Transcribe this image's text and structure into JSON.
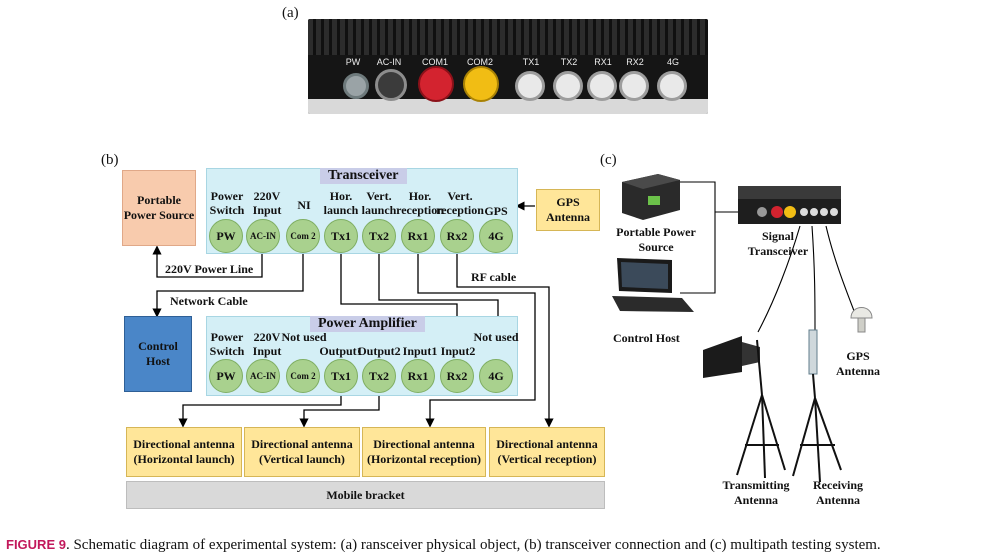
{
  "panel_a": {
    "label": "(a)",
    "ports": [
      "PW",
      "AC-IN",
      "COM1",
      "COM2",
      "TX1",
      "TX2",
      "RX1",
      "RX2",
      "4G"
    ]
  },
  "panel_b": {
    "label": "(b)",
    "portable_power_source": "Portable Power Source",
    "control_host": "Control Host",
    "gps_antenna": "GPS Antenna",
    "transceiver": {
      "title": "Transceiver",
      "columns": [
        "Power Switch",
        "220V Input",
        "NI",
        "Hor. launch",
        "Vert. launch",
        "Hor. reception",
        "Vert. reception",
        "GPS"
      ],
      "ports": [
        "PW",
        "AC-IN",
        "Com 2",
        "Tx1",
        "Tx2",
        "Rx1",
        "Rx2",
        "4G"
      ]
    },
    "power_amplifier": {
      "title": "Power Amplifier",
      "columns": [
        "Power Switch",
        "220V Input",
        "Not used",
        "Output1",
        "Output2",
        "Input1",
        "Input2",
        "Not used"
      ],
      "ports": [
        "PW",
        "AC-IN",
        "Com 2",
        "Tx1",
        "Tx2",
        "Rx1",
        "Rx2",
        "4G"
      ]
    },
    "power_line_label": "220V Power Line",
    "network_cable_label": "Network Cable",
    "rf_cable_label": "RF cable",
    "antennas": [
      "Directional antenna (Horizontal launch)",
      "Directional antenna (Vertical launch)",
      "Directional antenna (Horizontal reception)",
      "Directional antenna (Vertical reception)"
    ],
    "mobile_bracket": "Mobile bracket"
  },
  "panel_c": {
    "label": "(c)",
    "portable_power_source": "Portable Power Source",
    "control_host": "Control Host",
    "signal_transceiver": "Signal Transceiver",
    "gps_antenna": "GPS Antenna",
    "transmitting_antenna": "Transmitting Antenna",
    "receiving_antenna": "Receiving Antenna"
  },
  "caption": {
    "fig": "FIGURE 9",
    "text": ". Schematic diagram of experimental system: (a) ransceiver physical object, (b) transceiver connection and (c) multipath testing system."
  },
  "colors": {
    "transceiver_bg": "#d4eff6",
    "port_green": "#a9d18e",
    "power_source_bg": "#f8cbad",
    "control_host_bg": "#4a86c8",
    "antenna_bg": "#ffe699",
    "bracket_bg": "#d9d9d9",
    "caption_accent": "#c2185b"
  }
}
